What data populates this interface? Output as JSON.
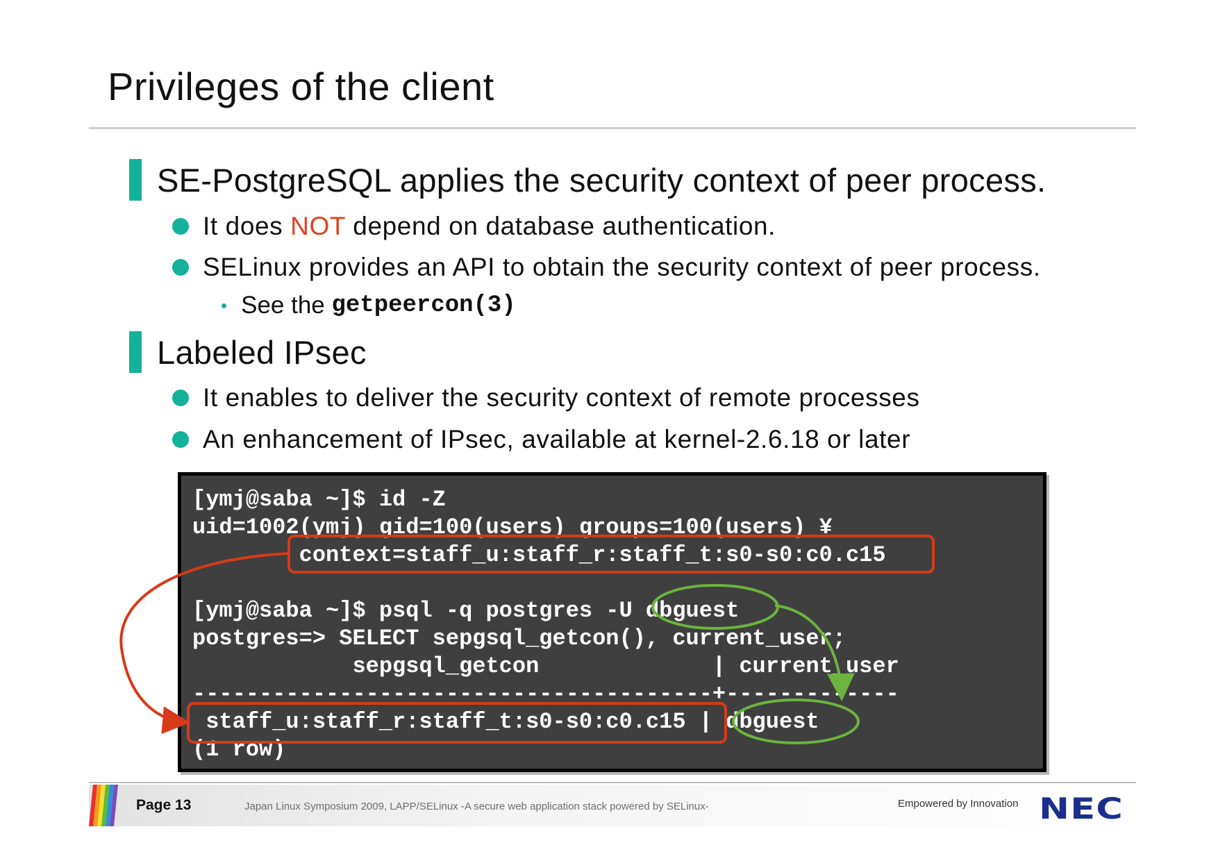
{
  "slide": {
    "title": "Privileges of the client"
  },
  "colors": {
    "accent": "#14b29a",
    "alert": "#e2401f",
    "highlight_red": "#d73a1a",
    "highlight_green": "#6db33f",
    "terminal_bg": "#3f3f3f"
  },
  "sections": [
    {
      "heading": "SE-PostgreSQL applies the security context of peer process.",
      "bullets": [
        {
          "before": "It does ",
          "emphasis": "NOT",
          "after": " depend on database authentication."
        },
        {
          "text": "SELinux provides an API to obtain the security context of peer process."
        }
      ],
      "sub_bullet": {
        "prefix": "See the ",
        "code": "getpeercon(3)"
      }
    },
    {
      "heading": "Labeled IPsec",
      "bullets": [
        {
          "text": "It enables to deliver the security context of remote processes"
        },
        {
          "text": "An enhancement of IPsec, available at kernel-2.6.18 or later"
        }
      ]
    }
  ],
  "terminal": {
    "lines": [
      "[ymj@saba ~]$ id -Z",
      "uid=1002(ymj) gid=100(users) groups=100(users) ¥",
      "        context=staff_u:staff_r:staff_t:s0-s0:c0.c15",
      "",
      "[ymj@saba ~]$ psql -q postgres -U dbguest",
      "postgres=> SELECT sepgsql_getcon(), current_user;",
      "            sepgsql_getcon             | current_user",
      "---------------------------------------+-------------",
      " staff_u:staff_r:staff_t:s0-s0:c0.c15 | dbguest",
      "(1 row)"
    ]
  },
  "footer": {
    "page": "Page 13",
    "text": "Japan Linux Symposium 2009, LAPP/SELinux -A secure web application stack powered by SELinux-",
    "tagline": "Empowered by Innovation",
    "logo": "NEC"
  }
}
